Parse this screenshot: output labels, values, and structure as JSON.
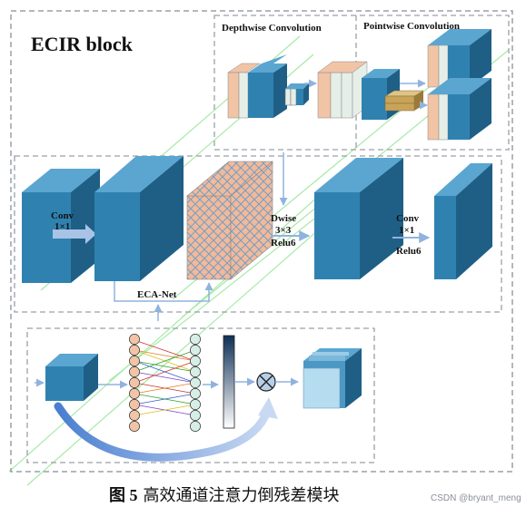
{
  "diagram": {
    "title": "ECIR block",
    "depthwise_label": "Depthwise Convolution",
    "pointwise_label": "Pointwise Convolution",
    "conv1_label_line1": "Conv",
    "conv1_label_line2": "1×1",
    "dwise_label_line1": "Dwise",
    "dwise_label_line2": "3×3",
    "dwise_label_line3": "Relu6",
    "conv2_label_line1": "Conv",
    "conv2_label_line2": "1×1",
    "conv2_label_line3": "Relu6",
    "eca_label": "ECA-Net",
    "caption_prefix": "图 5",
    "caption_text": "高效通道注意力倒残差模块",
    "watermark": "CSDN @bryant_meng"
  },
  "colors": {
    "block_front": "#2f82b0",
    "block_side": "#1f5f86",
    "block_top": "#5aa6d0",
    "peach": "#f2c4a6",
    "pale": "#e6eee8",
    "arrow": "#a9c3e6",
    "gold": "#c9a458",
    "dashed_border": "#9aa0a8",
    "watermark_green": "#3ad23a"
  }
}
